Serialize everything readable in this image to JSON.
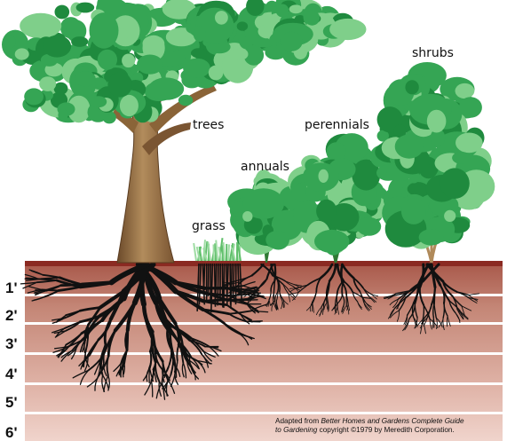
{
  "plants": [
    {
      "name": "trees",
      "label": "trees"
    },
    {
      "name": "grass",
      "label": "grass"
    },
    {
      "name": "annuals",
      "label": "annuals"
    },
    {
      "name": "perennials",
      "label": "perennials"
    },
    {
      "name": "shrubs",
      "label": "shrubs"
    }
  ],
  "depth_labels": [
    "1'",
    "2'",
    "3'",
    "4'",
    "5'",
    "6'"
  ],
  "credit": {
    "prefix": "Adapted from ",
    "title_line1": "Better Homes and Gardens Complete Guide",
    "title_line2": "to Gardening",
    "suffix": " copyright ©1979 by Meredith Corporation."
  },
  "colors": {
    "soil_top": "#8b2a22",
    "soil_light": "#d9a89a",
    "soil_dark": "#b5705e",
    "layer_line": "#ffffff",
    "root": "#111111",
    "foliage_dark": "#1f8a3e",
    "foliage_mid": "#35a554",
    "foliage_light": "#7fcf8a",
    "trunk": "#a07a4f",
    "trunk_dark": "#6b4a2a"
  }
}
